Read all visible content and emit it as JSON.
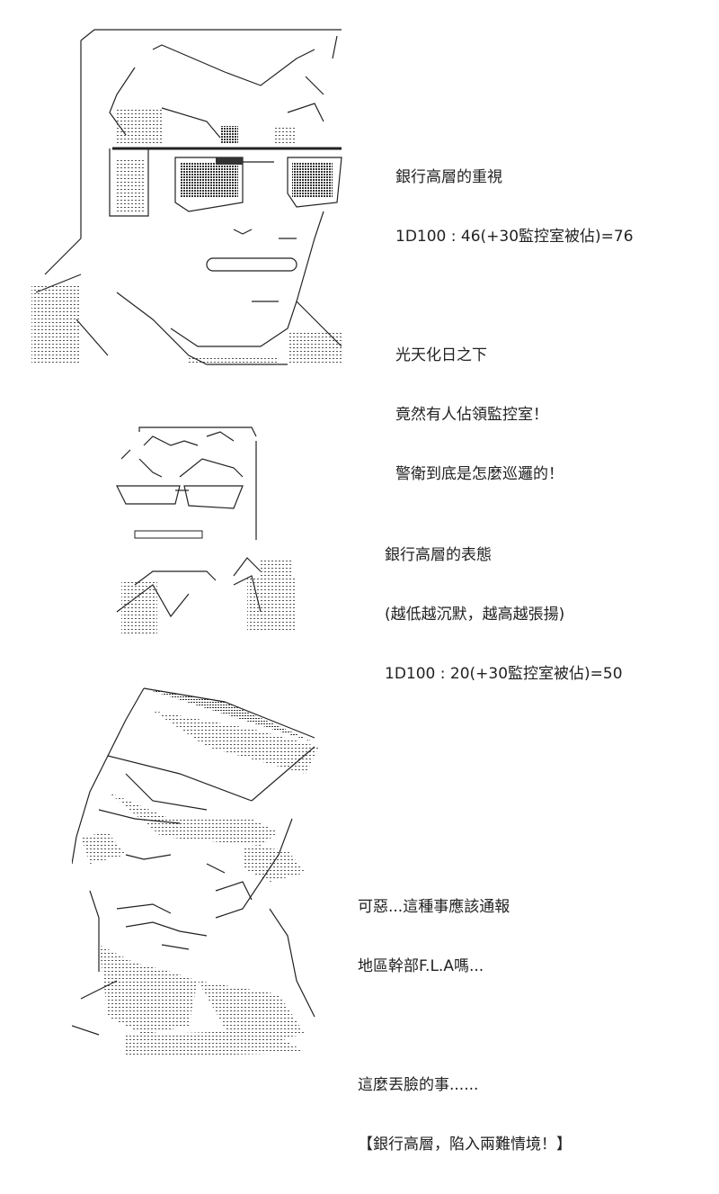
{
  "panels": [
    {
      "id": "panel-1",
      "caption": {
        "lines": [
          "銀行高層的重視",
          "1D100 : 46(+30監控室被佔)=76",
          "",
          "光天化日之下",
          "竟然有人佔領監控室！",
          "警衛到底是怎麼巡邏的！"
        ]
      },
      "art_subject": "man-with-sunglasses"
    },
    {
      "id": "panel-2",
      "caption": {
        "lines": [
          "銀行高層的表態",
          "(越低越沉默，越高越張揚)",
          "1D100 : 20(+30監控室被佔)=50"
        ]
      },
      "art_subject": "man-with-glasses"
    },
    {
      "id": "panel-3",
      "caption": {
        "lines": [
          "可惡...這種事應該通報",
          "地區幹部F.L.A嗎...",
          "",
          "這麼丟臉的事......",
          "【銀行高層，陷入兩難情境！】"
        ]
      },
      "art_subject": "man-in-hat-shadowed"
    }
  ],
  "colors": {
    "background": "#ffffff",
    "ink": "#222222",
    "dither": "#555555"
  }
}
